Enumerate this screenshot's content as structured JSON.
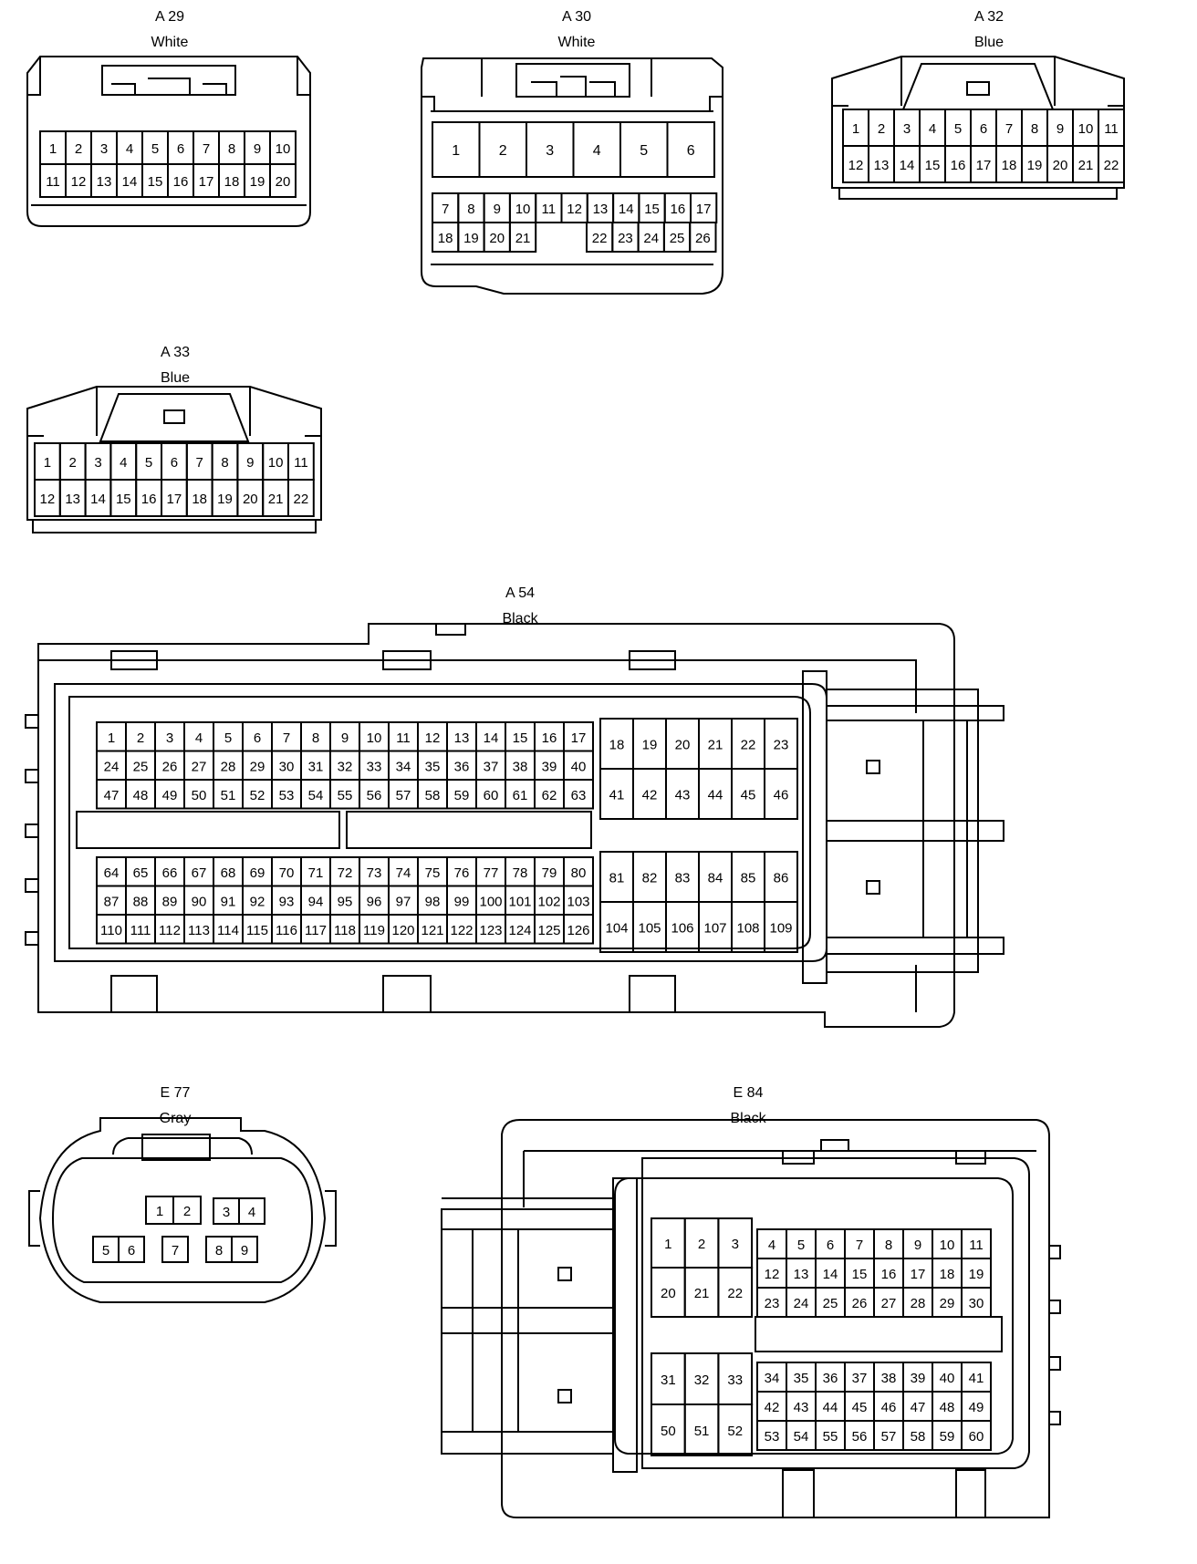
{
  "connectors": [
    {
      "id": "A29",
      "name": "A 29",
      "color": "White"
    },
    {
      "id": "A30",
      "name": "A 30",
      "color": "White"
    },
    {
      "id": "A32",
      "name": "A 32",
      "color": "Blue"
    },
    {
      "id": "A33",
      "name": "A 33",
      "color": "Blue"
    },
    {
      "id": "A54",
      "name": "A 54",
      "color": "Black"
    },
    {
      "id": "E77",
      "name": "E 77",
      "color": "Gray"
    },
    {
      "id": "E84",
      "name": "E 84",
      "color": "Black"
    }
  ]
}
